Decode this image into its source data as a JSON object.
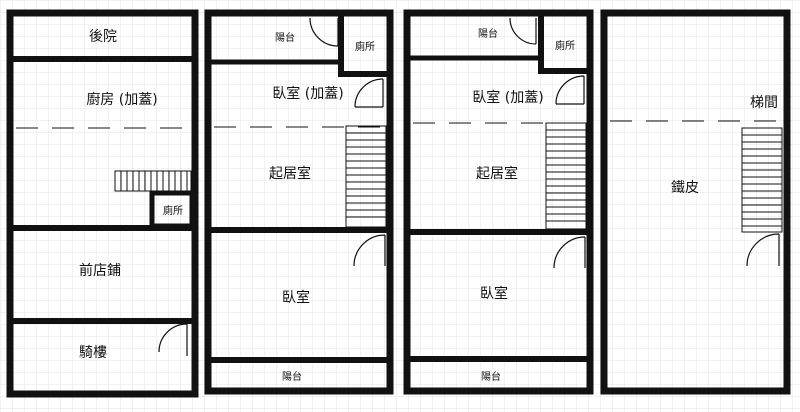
{
  "floor1": {
    "backyard": "後院",
    "kitchen": "廚房 (加蓋)",
    "toilet": "廁所",
    "shop": "前店鋪",
    "arcade": "騎樓"
  },
  "floor2": {
    "balcony_back": "陽台",
    "toilet": "廁所",
    "bedroom_ext": "臥室 (加蓋)",
    "living": "起居室",
    "bedroom": "臥室",
    "balcony_front": "陽台"
  },
  "floor3": {
    "balcony_back": "陽台",
    "toilet": "廁所",
    "bedroom_ext": "臥室 (加蓋)",
    "living": "起居室",
    "bedroom": "臥室",
    "balcony_front": "陽台"
  },
  "roof": {
    "stairwell": "梯間",
    "tin": "鐵皮"
  }
}
